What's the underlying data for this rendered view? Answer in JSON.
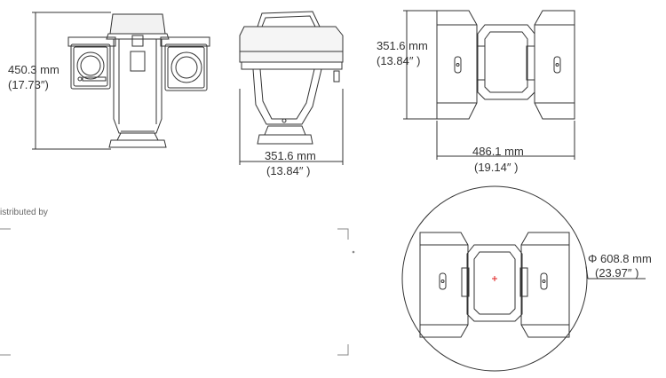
{
  "dimensions": {
    "front_height_mm": "450.3 mm",
    "front_height_in": "(17.73″)",
    "side_width_mm": "351.6 mm",
    "side_width_in": "(13.84″ )",
    "top_depth_mm": "351.6 mm",
    "top_depth_in": "(13.84″ )",
    "top_width_mm": "486.1 mm",
    "top_width_in": "(19.14″ )",
    "swing_diameter_mm": "Φ 608.8 mm",
    "swing_diameter_in": "(23.97″ )"
  },
  "distributor": {
    "label": "istributed by"
  },
  "colors": {
    "line": "#333333",
    "text": "#333333",
    "center_mark": "#e02020"
  }
}
